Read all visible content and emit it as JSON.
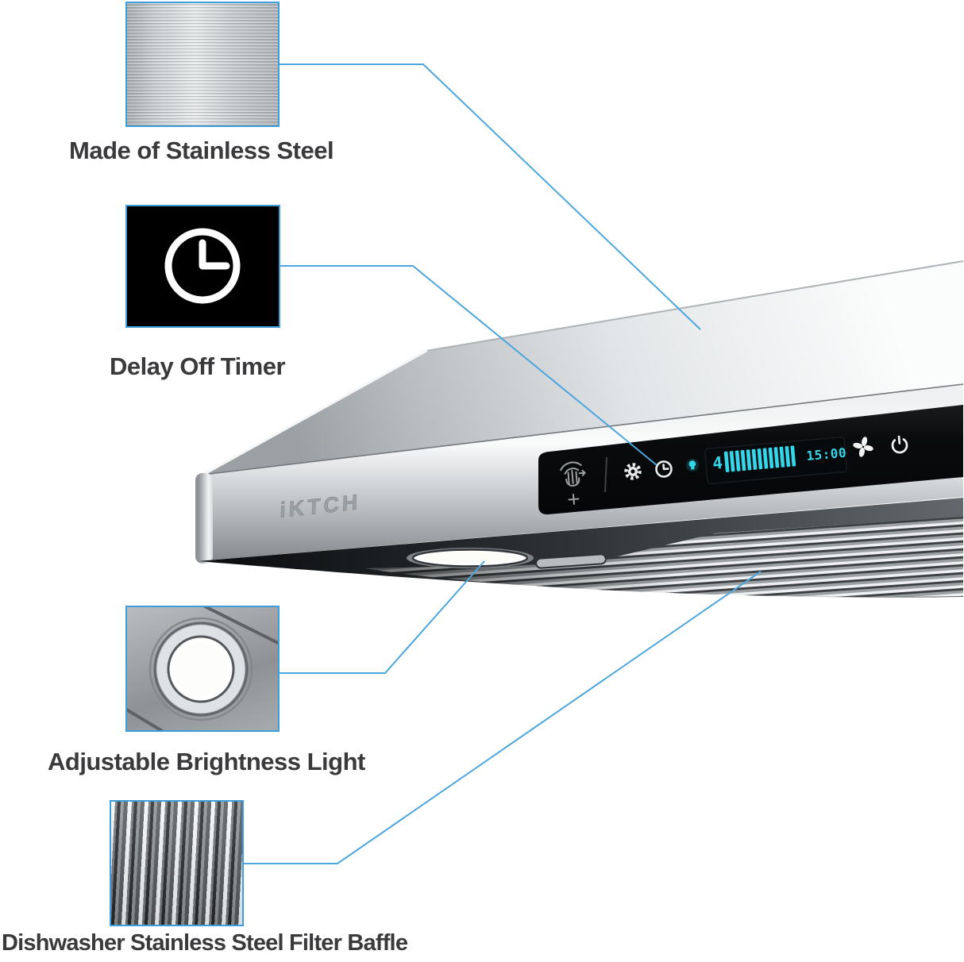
{
  "colors": {
    "accent-line": "#4da6dd",
    "accent-border": "#3d9edb",
    "label-text": "#3a3a3c",
    "display-cyan": "#35d6e9",
    "panel-black": "#0a0b0d"
  },
  "callouts": [
    {
      "label": "Made of Stainless Steel",
      "thumb": "stainless-steel-texture"
    },
    {
      "label": "Delay Off Timer",
      "thumb": "clock-icon"
    },
    {
      "label": "Adjustable Brightness Light",
      "thumb": "light-ring-photo"
    },
    {
      "label": "Dishwasher Stainless Steel Filter Baffle",
      "thumb": "baffle-filter-texture"
    }
  ],
  "product": {
    "brand": "iKTCH",
    "control_panel": {
      "icons": [
        "gesture-control",
        "gear",
        "clock",
        "light",
        "fan",
        "power"
      ],
      "display": {
        "fan_speed": "4",
        "speed_bars": 13,
        "timer": "15:00"
      }
    }
  }
}
